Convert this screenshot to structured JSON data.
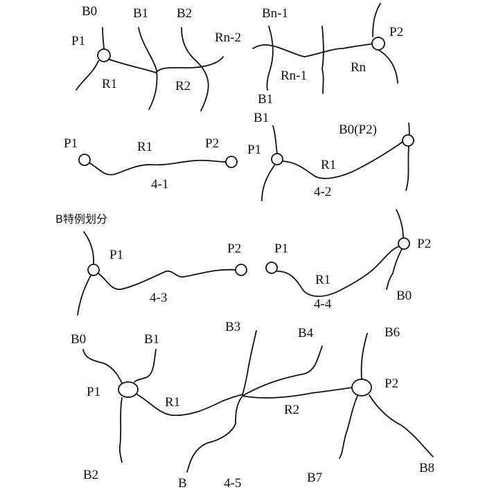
{
  "panel_top": {
    "b0": "B0",
    "b1": "B1",
    "b2": "B2",
    "p1": "P1",
    "r1": "R1",
    "r2": "R2",
    "rn2": "Rn-2",
    "bn1": "Bn-1",
    "b1b": "B1",
    "rn1": "Rn-1",
    "rn": "Rn",
    "p2": "P2"
  },
  "panel_4_1": {
    "p1": "P1",
    "r1": "R1",
    "p2": "P2",
    "caption": "4-1"
  },
  "panel_4_2": {
    "b1": "B1",
    "p1": "P1",
    "r1": "R1",
    "b0p2": "B0(P2)",
    "caption": "4-2"
  },
  "section_label": "B特例划分",
  "panel_4_3": {
    "p1": "P1",
    "p2": "P2",
    "caption": "4-3"
  },
  "panel_4_4": {
    "p1": "P1",
    "r1": "R1",
    "p2": "P2",
    "b0": "B0",
    "caption": "4-4"
  },
  "panel_4_5": {
    "b0": "B0",
    "b1": "B1",
    "b2": "B2",
    "b3": "B3",
    "b4": "B4",
    "b6": "B6",
    "b7": "B7",
    "b8": "B8",
    "b": "B",
    "p1": "P1",
    "p2": "P2",
    "r1": "R1",
    "r2": "R2",
    "caption": "4-5"
  }
}
